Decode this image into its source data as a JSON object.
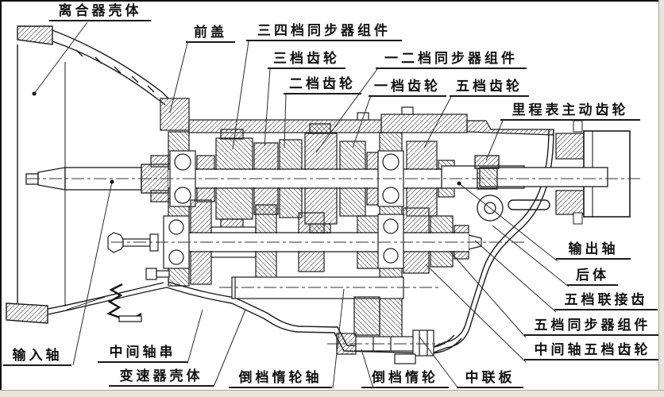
{
  "figure": {
    "kind": "technical cross-section drawing",
    "subject": "manual transmission (gearbox) sectional view with part callouts",
    "language": "zh-CN"
  },
  "colors": {
    "paper": "#ffffff",
    "line": "#1a1a1a",
    "chrome_strip": "#e9e5d8"
  },
  "labels": [
    {
      "id": "clutch-housing",
      "text": "离合器壳体"
    },
    {
      "id": "front-cover",
      "text": "前盖"
    },
    {
      "id": "synchronizer-3-4",
      "text": "三四档同步器组件"
    },
    {
      "id": "gear-3",
      "text": "三档齿轮"
    },
    {
      "id": "synchronizer-1-2",
      "text": "一二档同步器组件"
    },
    {
      "id": "gear-2",
      "text": "二档齿轮"
    },
    {
      "id": "gear-1",
      "text": "一档齿轮"
    },
    {
      "id": "gear-5",
      "text": "五档齿轮"
    },
    {
      "id": "odometer-drive-gear",
      "text": "里程表主动齿轮"
    },
    {
      "id": "output-shaft",
      "text": "输出轴"
    },
    {
      "id": "rear-housing",
      "text": "后体"
    },
    {
      "id": "gear-5-coupling-teeth",
      "text": "五档联接齿"
    },
    {
      "id": "synchronizer-5",
      "text": "五档同步器组件"
    },
    {
      "id": "countershaft-gear-5",
      "text": "中间轴五档齿轮"
    },
    {
      "id": "center-plate",
      "text": "中联板"
    },
    {
      "id": "reverse-idler-gear",
      "text": "倒档惰轮"
    },
    {
      "id": "reverse-idler-shaft",
      "text": "倒档惰轮轴"
    },
    {
      "id": "transmission-housing",
      "text": "变速器壳体"
    },
    {
      "id": "countershaft",
      "text": "中间轴串"
    },
    {
      "id": "input-shaft",
      "text": "输入轴"
    }
  ]
}
